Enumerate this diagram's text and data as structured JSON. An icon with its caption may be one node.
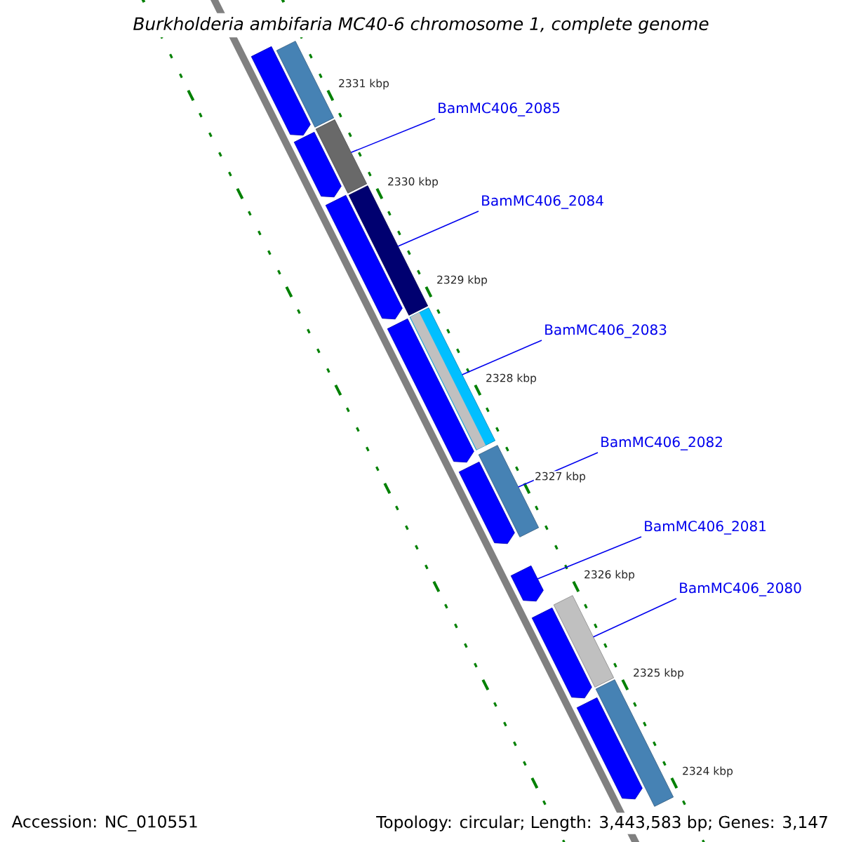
{
  "diagram": {
    "title": "Burkholderia ambifaria MC40-6 chromosome 1, complete genome",
    "nodes": [
      {
        "text": [
          "BamMC406_2085"
        ]
      },
      {
        "text": [],
        "shape": "bar"
      },
      {
        "text": [
          "BamMC406_2084"
        ]
      },
      {
        "text": [],
        "shape": "bar"
      },
      {
        "text": [
          "BamMC406_2083"
        ]
      },
      {
        "text": [],
        "shape": "bar"
      },
      {
        "text": [
          "BamMC406_2082"
        ]
      },
      {
        "text": [],
        "shape": "bar"
      },
      {
        "text": [
          "BamMC406_2081"
        ]
      },
      {
        "text": [],
        "shape": "arrow"
      },
      {
        "text": [
          "BamMC406_2080"
        ]
      },
      {
        "text": [],
        "shape": "bar"
      },
      {
        "text": [],
        "shape": "bar"
      },
      {
        "text": [],
        "shape": "bar"
      },
      {
        "text": [],
        "shape": "arrow"
      },
      {
        "text": [],
        "shape": "arrow"
      },
      {
        "text": [],
        "shape": "arrow"
      },
      {
        "text": [],
        "shape": "arrow"
      },
      {
        "text": [],
        "shape": "arrow"
      },
      {
        "text": [],
        "shape": "arrow"
      },
      {
        "text": [],
        "shape": "arrow"
      }
    ],
    "edges": [
      {
        "from": 0,
        "to": 1,
        "arrow": "none"
      },
      {
        "from": 2,
        "to": 3,
        "arrow": "none"
      },
      {
        "from": 4,
        "to": 5,
        "arrow": "none"
      },
      {
        "from": 6,
        "to": 7,
        "arrow": "none"
      },
      {
        "from": 8,
        "to": 9,
        "arrow": "none"
      },
      {
        "from": 10,
        "to": 11,
        "arrow": "none"
      }
    ],
    "labels": [
      "2331 kbp",
      "2330 kbp",
      "2329 kbp",
      "2328 kbp",
      "2327 kbp",
      "2326 kbp",
      "2325 kbp",
      "2324 kbp",
      "Accession: NC_010551",
      "Topology: circular; Length: 3,443,583 bp; Genes: 3,147"
    ]
  }
}
